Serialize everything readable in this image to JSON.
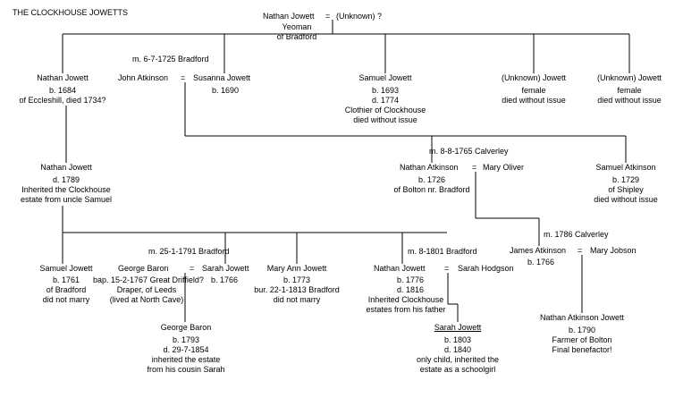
{
  "title": "THE CLOCKHOUSE JOWETTS",
  "marriage_sign": "=",
  "gen1": {
    "husband": "Nathan Jowett",
    "wife": "(Unknown) ?",
    "note1": "Yeoman",
    "note2": "of Bradford"
  },
  "gen2": {
    "nathan": {
      "name": "Nathan Jowett",
      "line1": "b.  1684",
      "line2": "of Eccleshill, died 1734?"
    },
    "marriage_jj": "m.  6-7-1725 Bradford",
    "john": {
      "name": "John Atkinson"
    },
    "susanna": {
      "name": "Susanna Jowett",
      "line1": "b.  1690"
    },
    "samuel": {
      "name": "Samuel Jowett",
      "line1": "b.  1693",
      "line2": "d.  1774",
      "line3": "Clothier of Clockhouse",
      "line4": "died without issue"
    },
    "unknown1": {
      "name": "(Unknown) Jowett",
      "line1": "female",
      "line2": "died without issue"
    },
    "unknown2": {
      "name": "(Unknown) Jowett",
      "line1": "female",
      "line2": "died without issue"
    }
  },
  "gen3": {
    "nathan": {
      "name": "Nathan Jowett",
      "line1": "d.  1789",
      "line2": "Inherited the Clockhouse",
      "line3": "estate from uncle Samuel"
    },
    "marriage_na": "m.  8-8-1765 Calverley",
    "nathan_atkinson": {
      "name": "Nathan Atkinson",
      "line1": "b.  1726",
      "line2": "of Bolton nr. Bradford"
    },
    "mary_oliver": {
      "name": "Mary Oliver"
    },
    "samuel_atkinson": {
      "name": "Samuel Atkinson",
      "line1": "b.  1729",
      "line2": "of Shipley",
      "line3": "died without issue"
    }
  },
  "gen4": {
    "marriage_gb": "m.  25-1-1791 Bradford",
    "marriage_nj": "m.  8-1801 Bradford",
    "marriage_ja": "m.  1786 Calverley",
    "samuel": {
      "name": "Samuel Jowett",
      "line1": "b.  1761",
      "line2": "of Bradford",
      "line3": "did not marry"
    },
    "george": {
      "name": "George Baron",
      "line1": "bap.  15-2-1767 Great Driffield?",
      "line2": "Draper, of Leeds",
      "line3": "(lived at North Cave)"
    },
    "sarah": {
      "name": "Sarah Jowett",
      "line1": "b.  1766"
    },
    "mary_ann": {
      "name": "Mary Ann  Jowett",
      "line1": "b.  1773",
      "line2": "bur.  22-1-1813 Bradford",
      "line3": "did not marry"
    },
    "nathan": {
      "name": "Nathan Jowett",
      "line1": "b.  1776",
      "line2": "d.  1816",
      "line3": "Inherited Clockhouse",
      "line4": "estates from his father"
    },
    "sarah_hodgson": {
      "name": "Sarah Hodgson"
    },
    "james": {
      "name": "James Atkinson",
      "line1": "b.  1766"
    },
    "mary_jobson": {
      "name": "Mary Jobson"
    }
  },
  "gen5": {
    "george": {
      "name": "George Baron",
      "line1": "b.  1793",
      "line2": "d.  29-7-1854",
      "line3": "inherited the estate",
      "line4": "from his cousin Sarah"
    },
    "sarah": {
      "name": "Sarah Jowett",
      "line1": "b.  1803",
      "line2": "d.  1840",
      "line3": "only child, inherited the",
      "line4": "estate as a schoolgirl"
    },
    "nathan_aj": {
      "name": "Nathan Atkinson Jowett",
      "line1": "b.  1790",
      "line2": "Farmer of Bolton",
      "line3": "Final benefactor!"
    }
  }
}
